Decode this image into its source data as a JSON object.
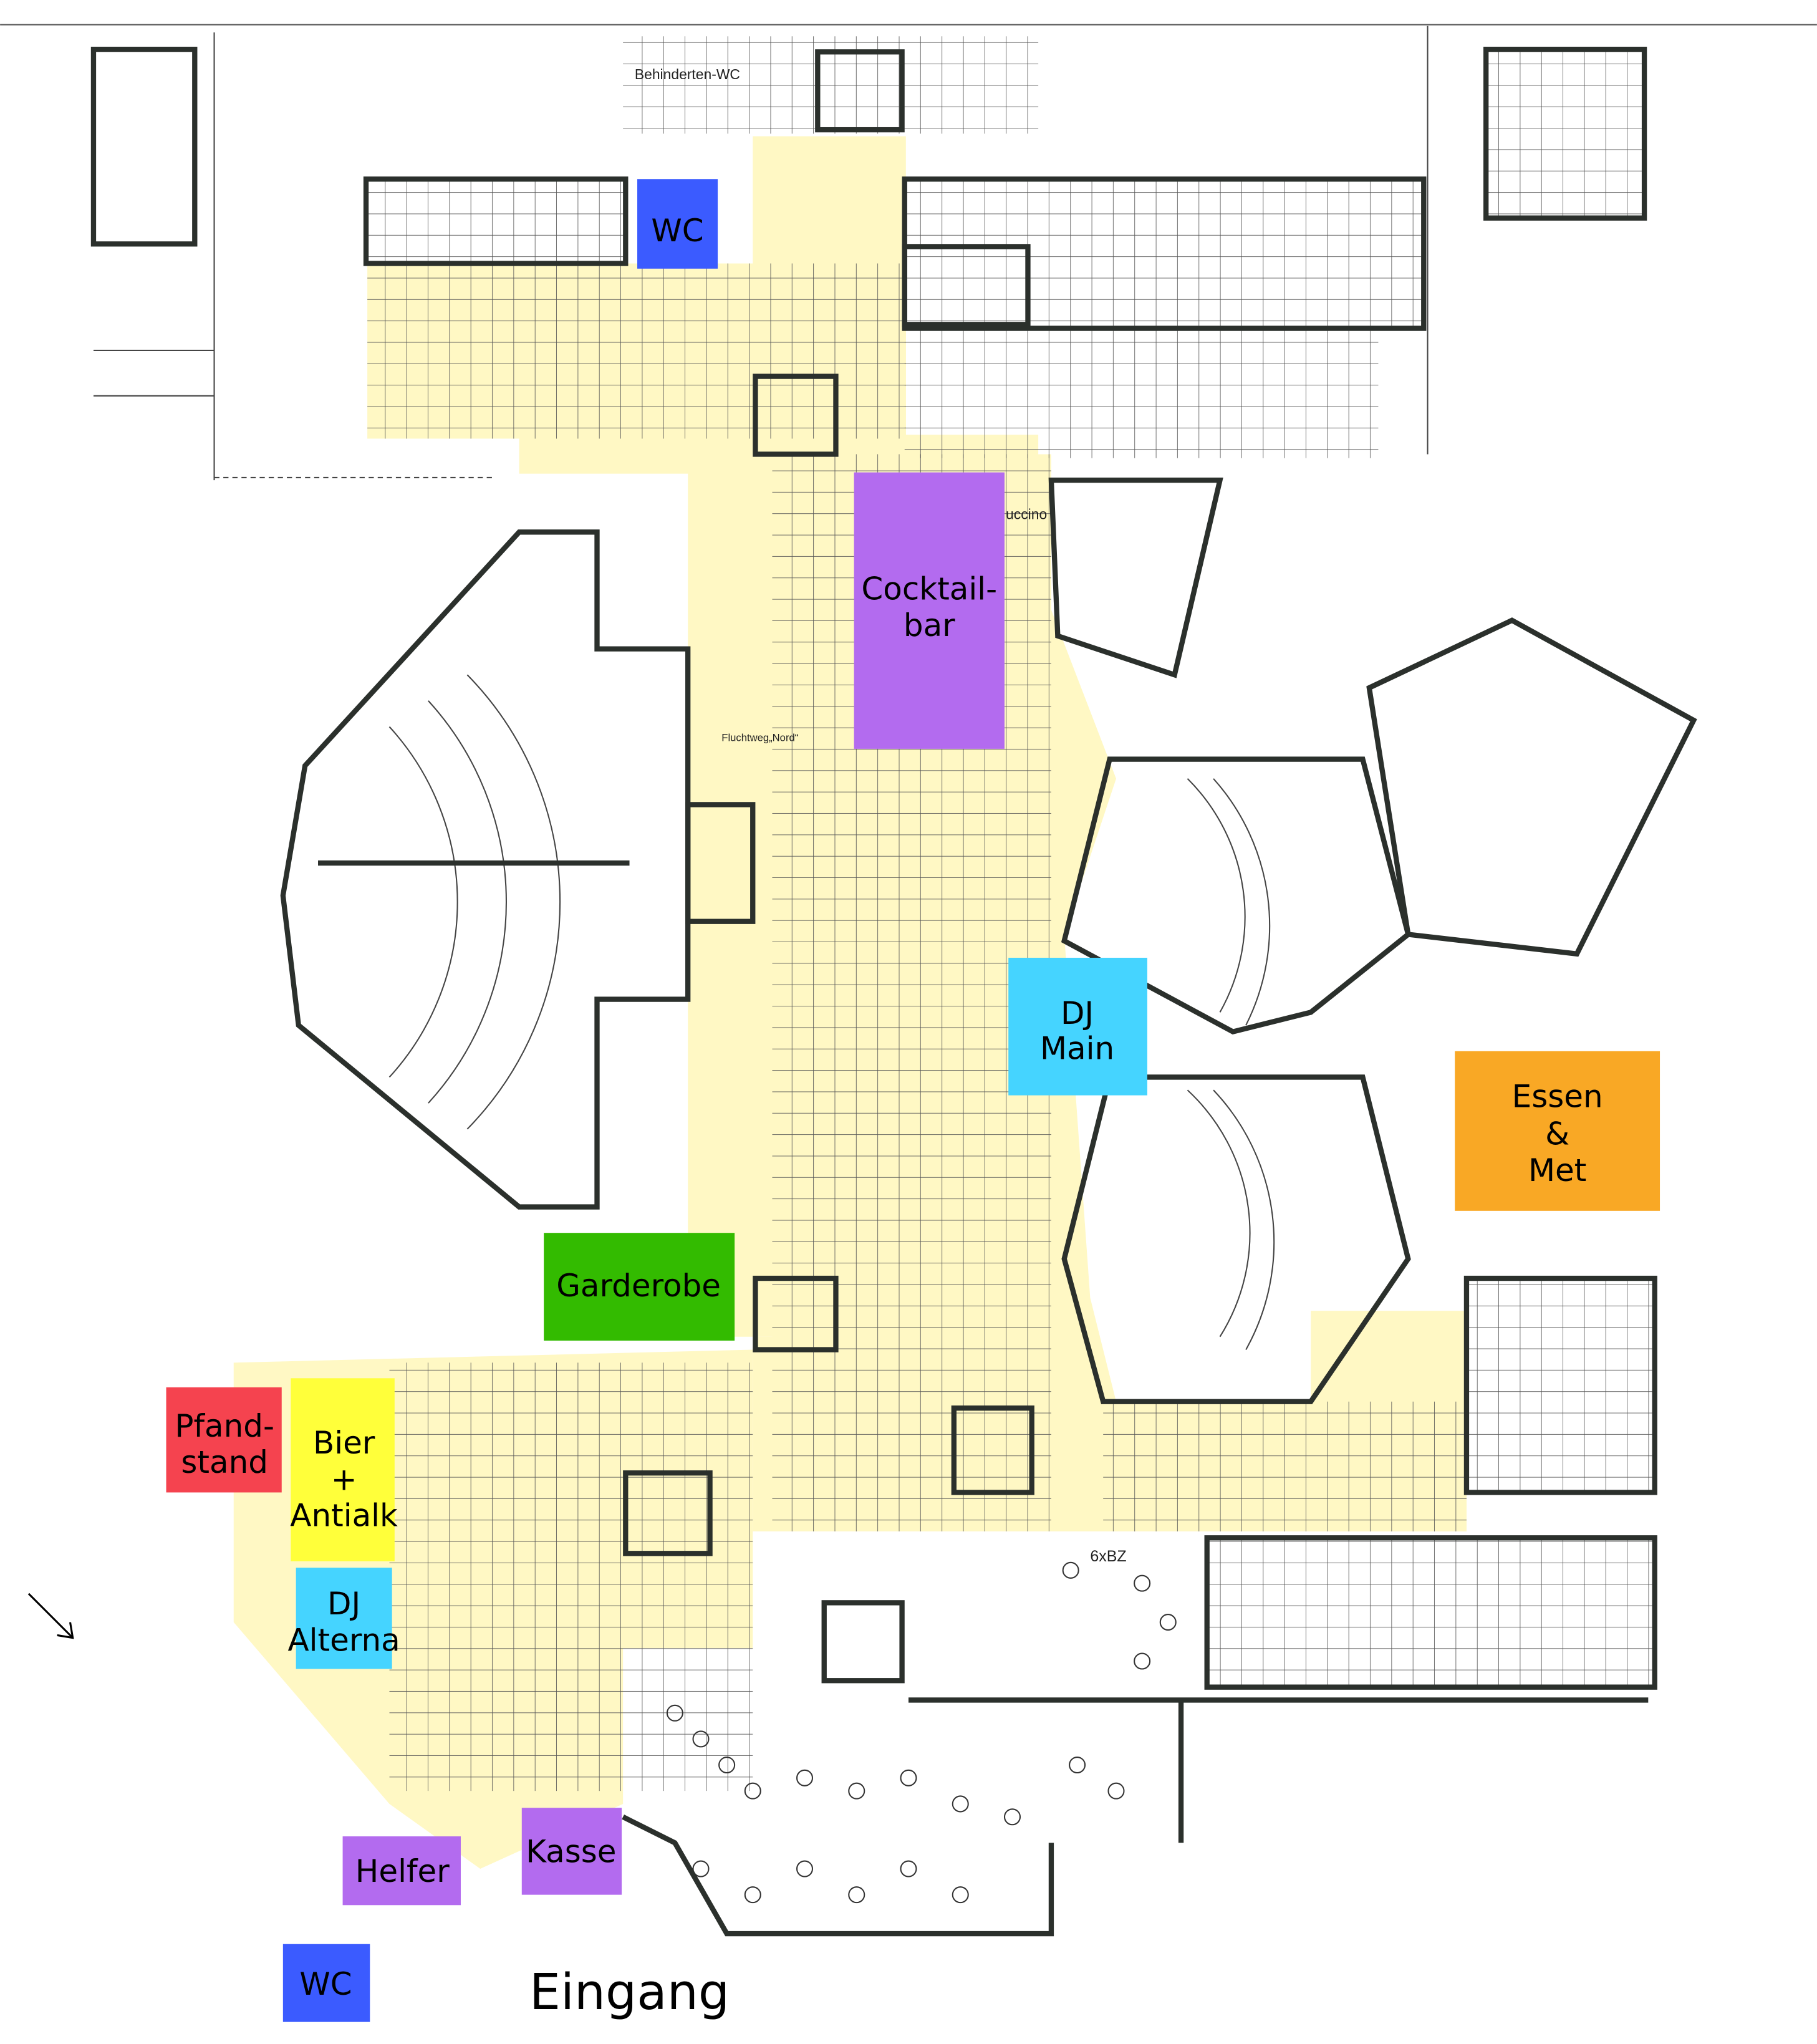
{
  "map": {
    "plan_labels": {
      "disabled_wc": "Behinderten-WC",
      "escape_route": "Fluchtweg„Nord“",
      "cappuccino": "uccino",
      "six_bz": "6xBZ",
      "entrance": "Eingang"
    },
    "zones": [
      {
        "id": "wc-top",
        "lines": [
          "WC"
        ],
        "color": "#3b5bff"
      },
      {
        "id": "cocktailbar",
        "lines": [
          "Cocktail-",
          "bar"
        ],
        "color": "#b36bef"
      },
      {
        "id": "dj-main",
        "lines": [
          "DJ",
          "Main"
        ],
        "color": "#45d4ff"
      },
      {
        "id": "essen-met",
        "lines": [
          "Essen",
          "&",
          "Met"
        ],
        "color": "#f9a825"
      },
      {
        "id": "garderobe",
        "lines": [
          "Garderobe"
        ],
        "color": "#33bb00"
      },
      {
        "id": "pfandstand",
        "lines": [
          "Pfand-",
          "stand"
        ],
        "color": "#f5434f"
      },
      {
        "id": "bier-antialk",
        "lines": [
          "Bier",
          "+",
          "Antialk"
        ],
        "color": "#ffff3a"
      },
      {
        "id": "dj-alterna",
        "lines": [
          "DJ",
          "Alterna"
        ],
        "color": "#45d4ff"
      },
      {
        "id": "helfer",
        "lines": [
          "Helfer"
        ],
        "color": "#b36bef"
      },
      {
        "id": "kasse",
        "lines": [
          "Kasse"
        ],
        "color": "#b36bef"
      },
      {
        "id": "wc-bottom",
        "lines": [
          "WC"
        ],
        "color": "#3b5bff"
      }
    ]
  }
}
